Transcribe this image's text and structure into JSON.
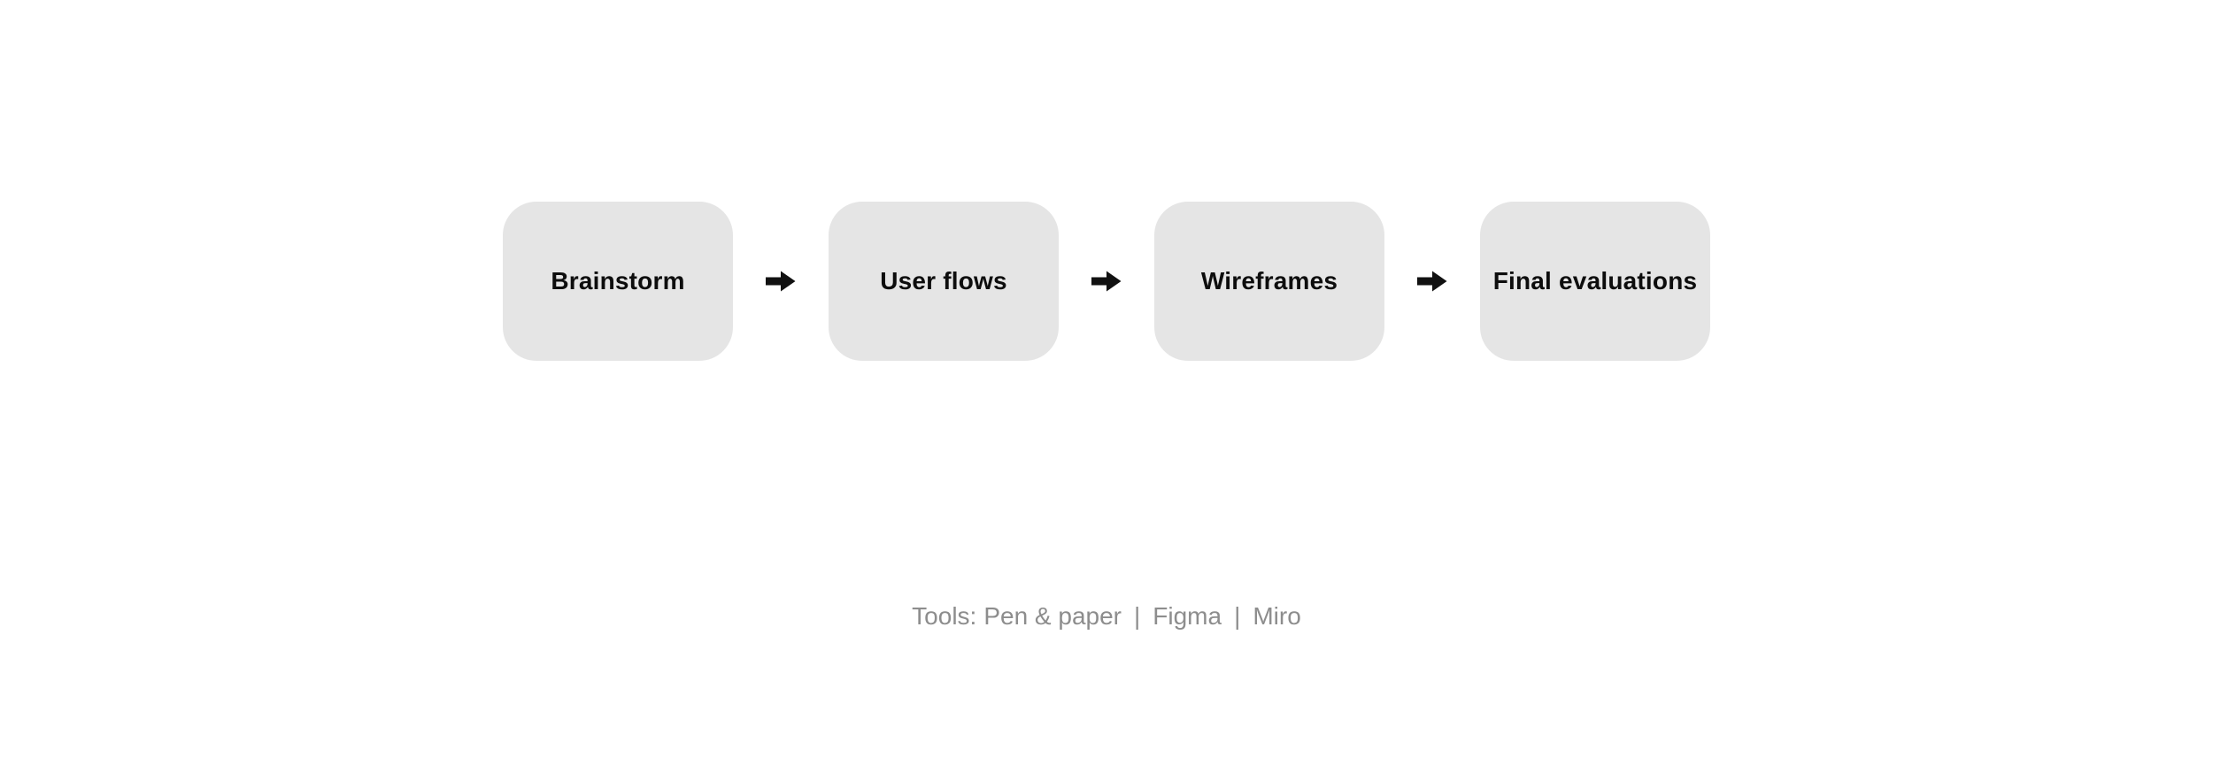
{
  "theme": {
    "page_bg": "#ffffff",
    "box_bg": "#e5e5e5",
    "label_color": "#0d0d0d",
    "arrow_color": "#111111",
    "caption_color": "#8d8d8d"
  },
  "flow": {
    "steps": [
      {
        "label": "Brainstorm"
      },
      {
        "label": "User flows"
      },
      {
        "label": "Wireframes"
      },
      {
        "label": "Final evaluations"
      }
    ]
  },
  "caption": {
    "prefix": "Tools:",
    "items": [
      "Pen & paper",
      "Figma",
      "Miro"
    ],
    "separator": "|"
  }
}
